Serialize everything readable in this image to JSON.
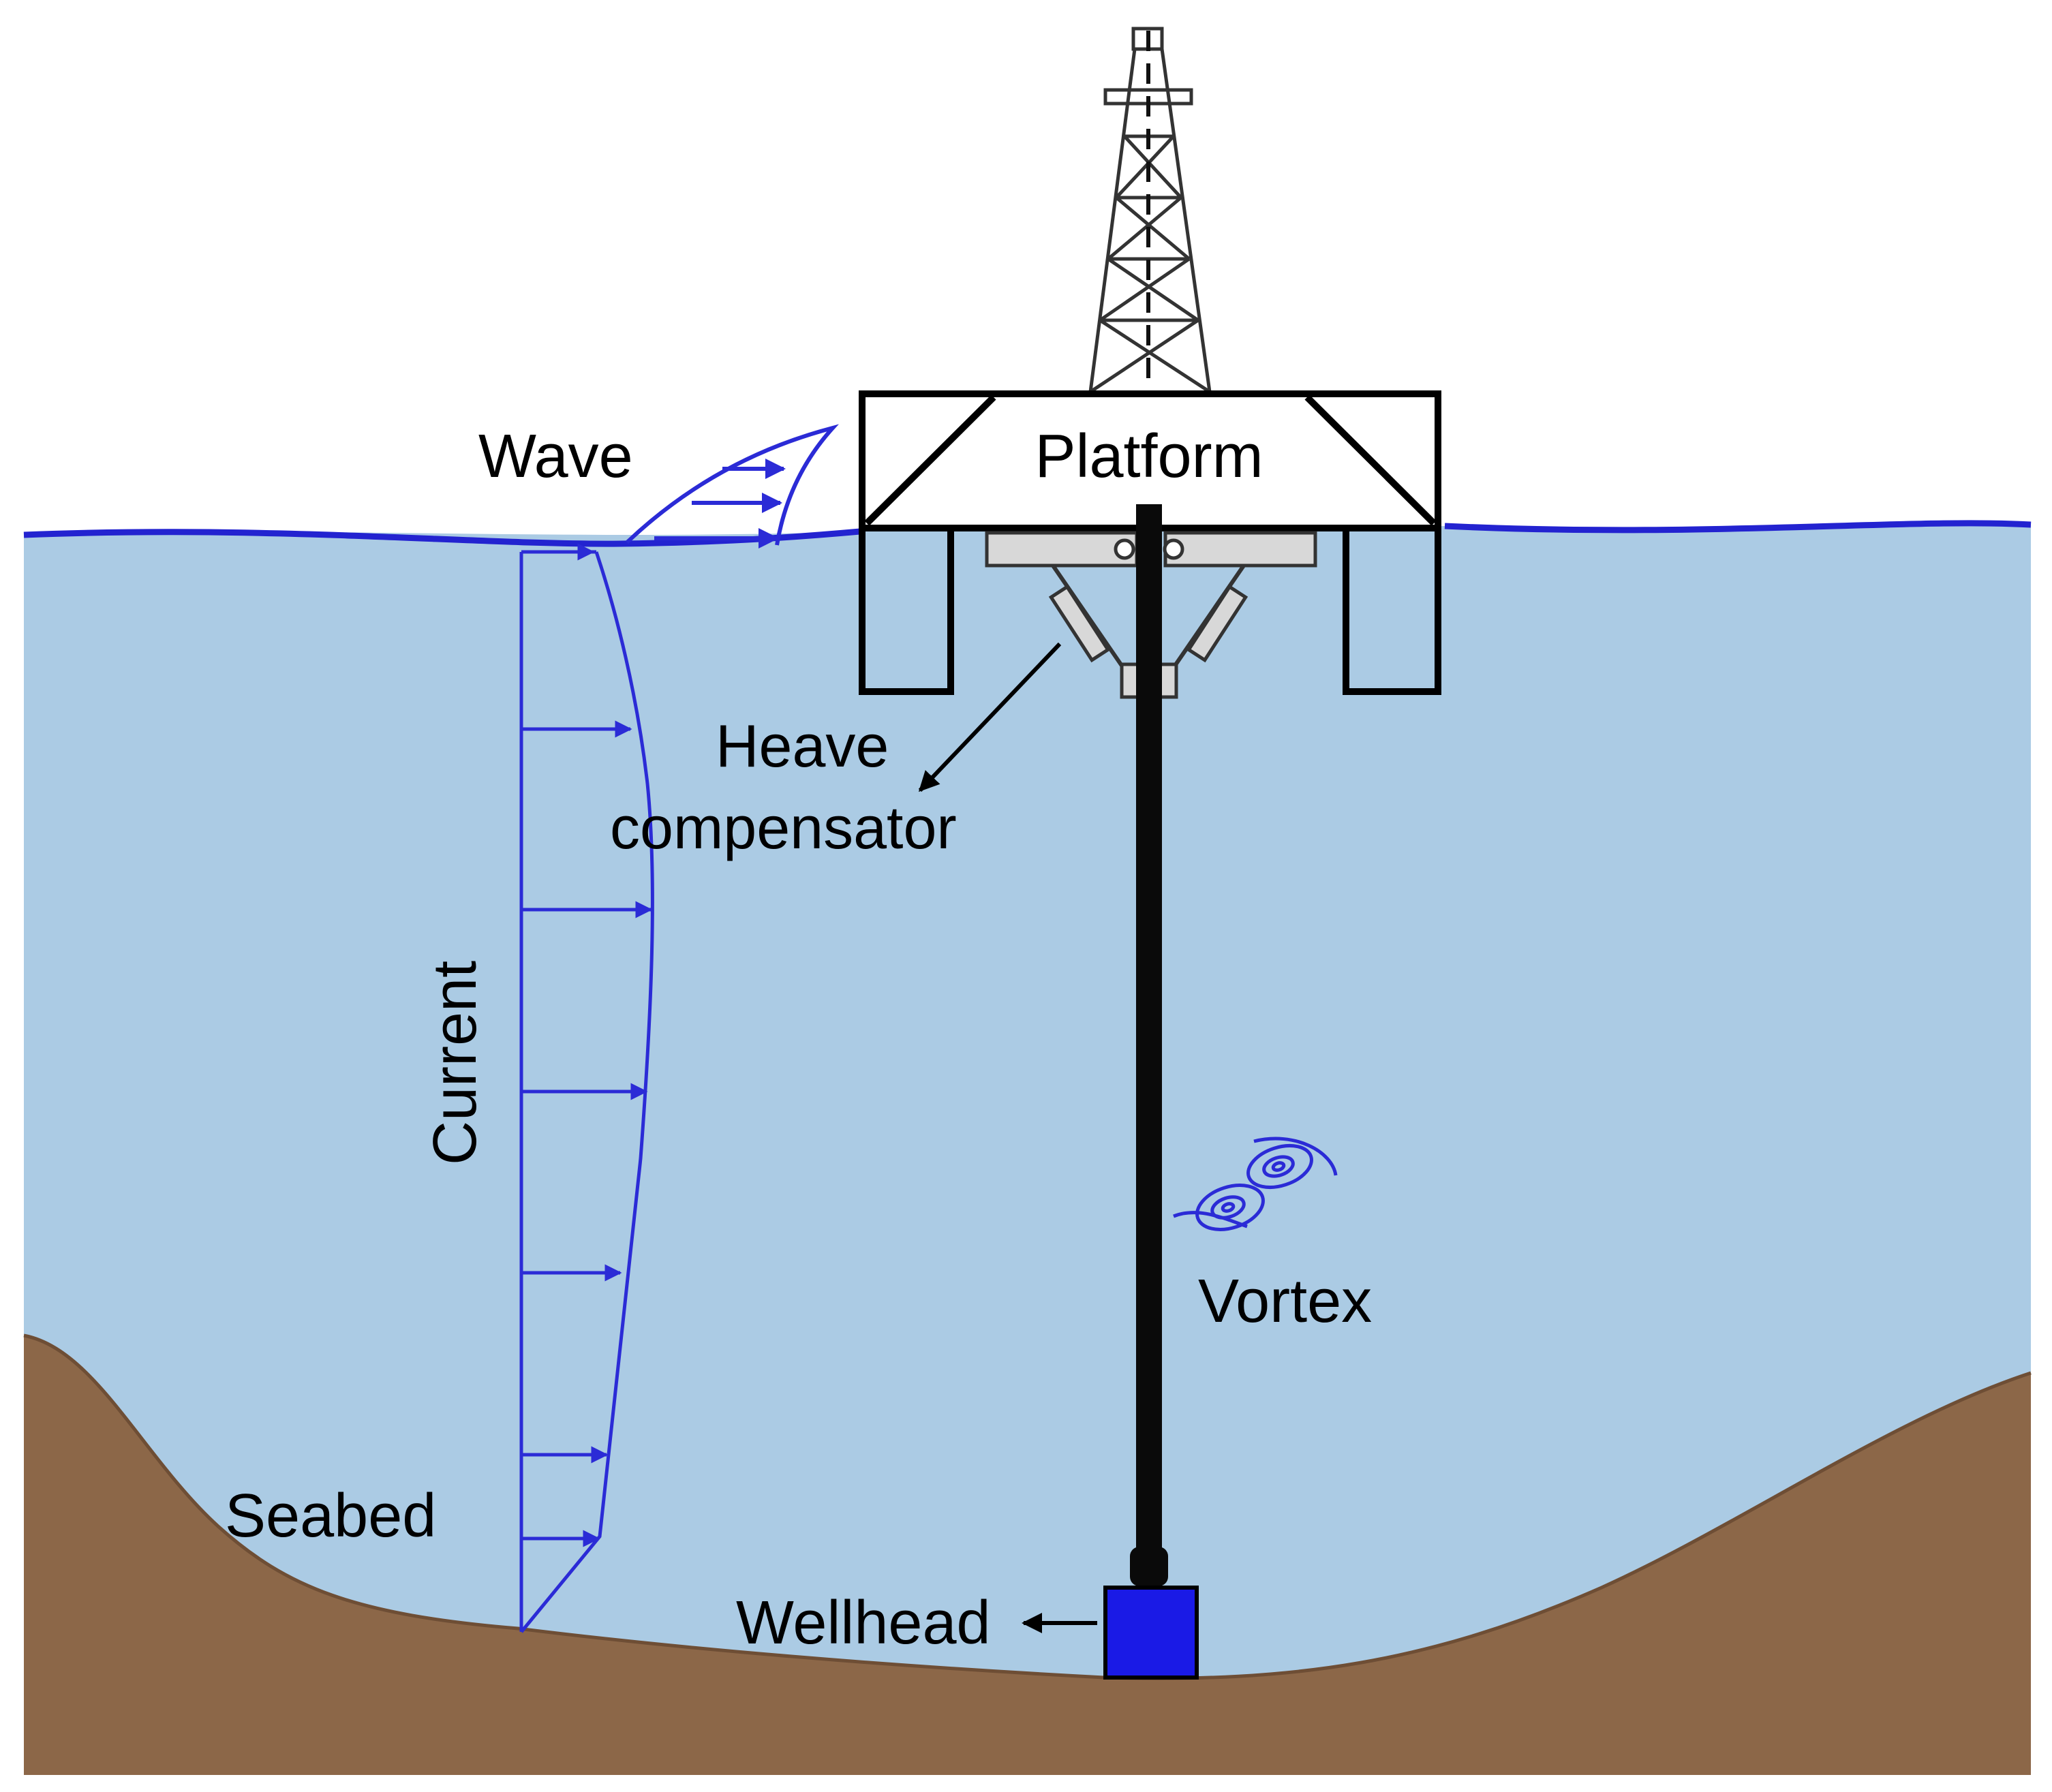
{
  "labels": {
    "wave": "Wave",
    "platform": "Platform",
    "heave_line1": "Heave",
    "heave_line2": "compensator",
    "current": "Current",
    "vortex": "Vortex",
    "seabed": "Seabed",
    "wellhead": "Wellhead"
  },
  "colors": {
    "water": "#abcbe4",
    "seabed": "#8c6748",
    "flow_arrows": "#2b2bd6",
    "wellhead": "#1a1ae6",
    "riser": "#0a0a0a"
  }
}
